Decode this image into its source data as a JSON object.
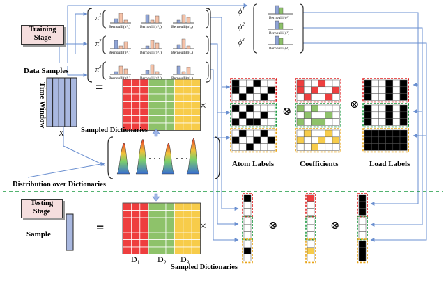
{
  "stages": {
    "training": [
      "Training",
      "Stage"
    ],
    "testing": [
      "Testing",
      "Stage"
    ]
  },
  "labels": {
    "data_samples": "Data Samples",
    "time_window": "Time Window",
    "x": "X",
    "sampled_dictionaries_top": "Sampled Dictionaries",
    "sampled_dictionaries_bottom": "Sampled Dictionaries",
    "distribution": "Distribution over Dictionaries",
    "atom_labels": "Atom Labels",
    "coefficients": "Coefficients",
    "load_labels": "Load Labels",
    "sample": "Sample",
    "d1": "D",
    "d1_sub": "1",
    "d2": "D",
    "d2_sub": "2",
    "d3": "D",
    "d3_sub": "3",
    "equals": "=",
    "times": "×",
    "otimes": "⊗",
    "dots": "· · ·"
  },
  "pi_params": [
    {
      "sym": "π",
      "sup": "1",
      "bern": [
        "Bernoulli(π¹₁)",
        "Bernoulli(π¹₂)",
        "Bernoulli(π¹₃)"
      ]
    },
    {
      "sym": "π",
      "sup": "2",
      "bern": [
        "Bernoulli(π²₁)",
        "Bernoulli(π²₂)",
        "Bernoulli(π²₃)"
      ]
    },
    {
      "sym": "π",
      "sup": "3",
      "bern": [
        "Bernoulli(π³₁)",
        "Bernoulli(π³₂)",
        "Bernoulli(π³₃)"
      ]
    }
  ],
  "phi_params": [
    {
      "sym": "ϕ",
      "sup": "1",
      "bern": "Bernoulli(ϕ¹)"
    },
    {
      "sym": "ϕ",
      "sup": "2",
      "bern": "Bernoulli(ϕ²)"
    },
    {
      "sym": "ϕ",
      "sup": "3",
      "bern": "Bernoulli(ϕ³)"
    }
  ],
  "colors": {
    "red": "#ee3e3e",
    "green": "#8ec26a",
    "yellow": "#f7cc4a",
    "blue_bar": "#8fa4d6",
    "pink_bar": "#f5c2a8",
    "red_dash": "#e02020",
    "green_dash": "#1a9a40",
    "yellow_dash": "#e8a417",
    "arrow": "#6a8fd0",
    "stage_bg": "#f5dede"
  }
}
